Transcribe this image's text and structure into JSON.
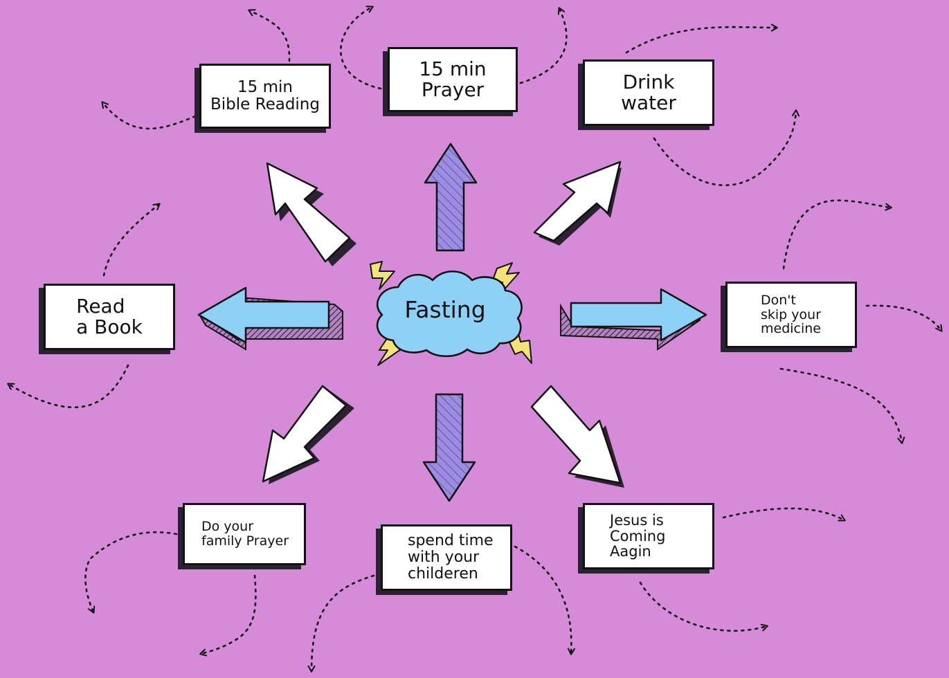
{
  "center": {
    "label": "Fasting"
  },
  "nodes": {
    "bible_reading": {
      "label": "15 min\nBible Reading"
    },
    "prayer": {
      "label": "15 min\nPrayer"
    },
    "drink_water": {
      "label": "Drink\nwater"
    },
    "read_book": {
      "label": "Read\na Book"
    },
    "medicine": {
      "label": "Don't\nskip your\nmedicine"
    },
    "family_prayer": {
      "label": "Do your\nfamily Prayer"
    },
    "children": {
      "label": "spend time\nwith your\nchilderen"
    },
    "jesus": {
      "label": "Jesus is\nComing\nAagin"
    }
  },
  "colors": {
    "background": "#d58bd8",
    "cloud": "#8fd0f7",
    "lightning": "#f3e27a",
    "arrow_blue": "#8fd0f7",
    "arrow_purple": "#9b8ee0",
    "arrow_white": "#ffffff",
    "outline": "#111111"
  }
}
